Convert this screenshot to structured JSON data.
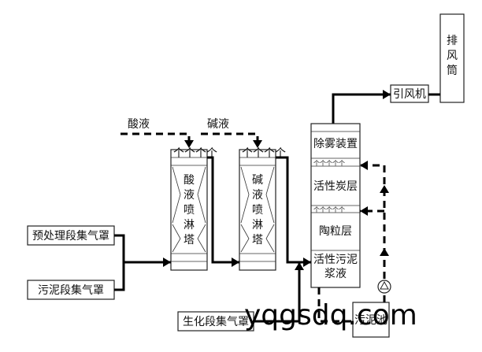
{
  "labels": {
    "exhaust_stack": "排风筒",
    "induced_fan": "引风机",
    "acid_liquid": "酸液",
    "alkali_liquid": "碱液",
    "acid_tower": "酸液喷淋塔",
    "alkali_tower": "碱液喷淋塔",
    "demister": "除雾装置",
    "carbon_layer": "活性炭层",
    "ceramic_layer": "陶粒层",
    "sludge_slurry": "活性污泥浆液",
    "pre_hood": "预处理段集气罩",
    "sludge_hood": "污泥段集气罩",
    "bio_hood": "生化段集气罩",
    "sludge_tank": "污泥池"
  },
  "watermark": "yqgsdq.com"
}
